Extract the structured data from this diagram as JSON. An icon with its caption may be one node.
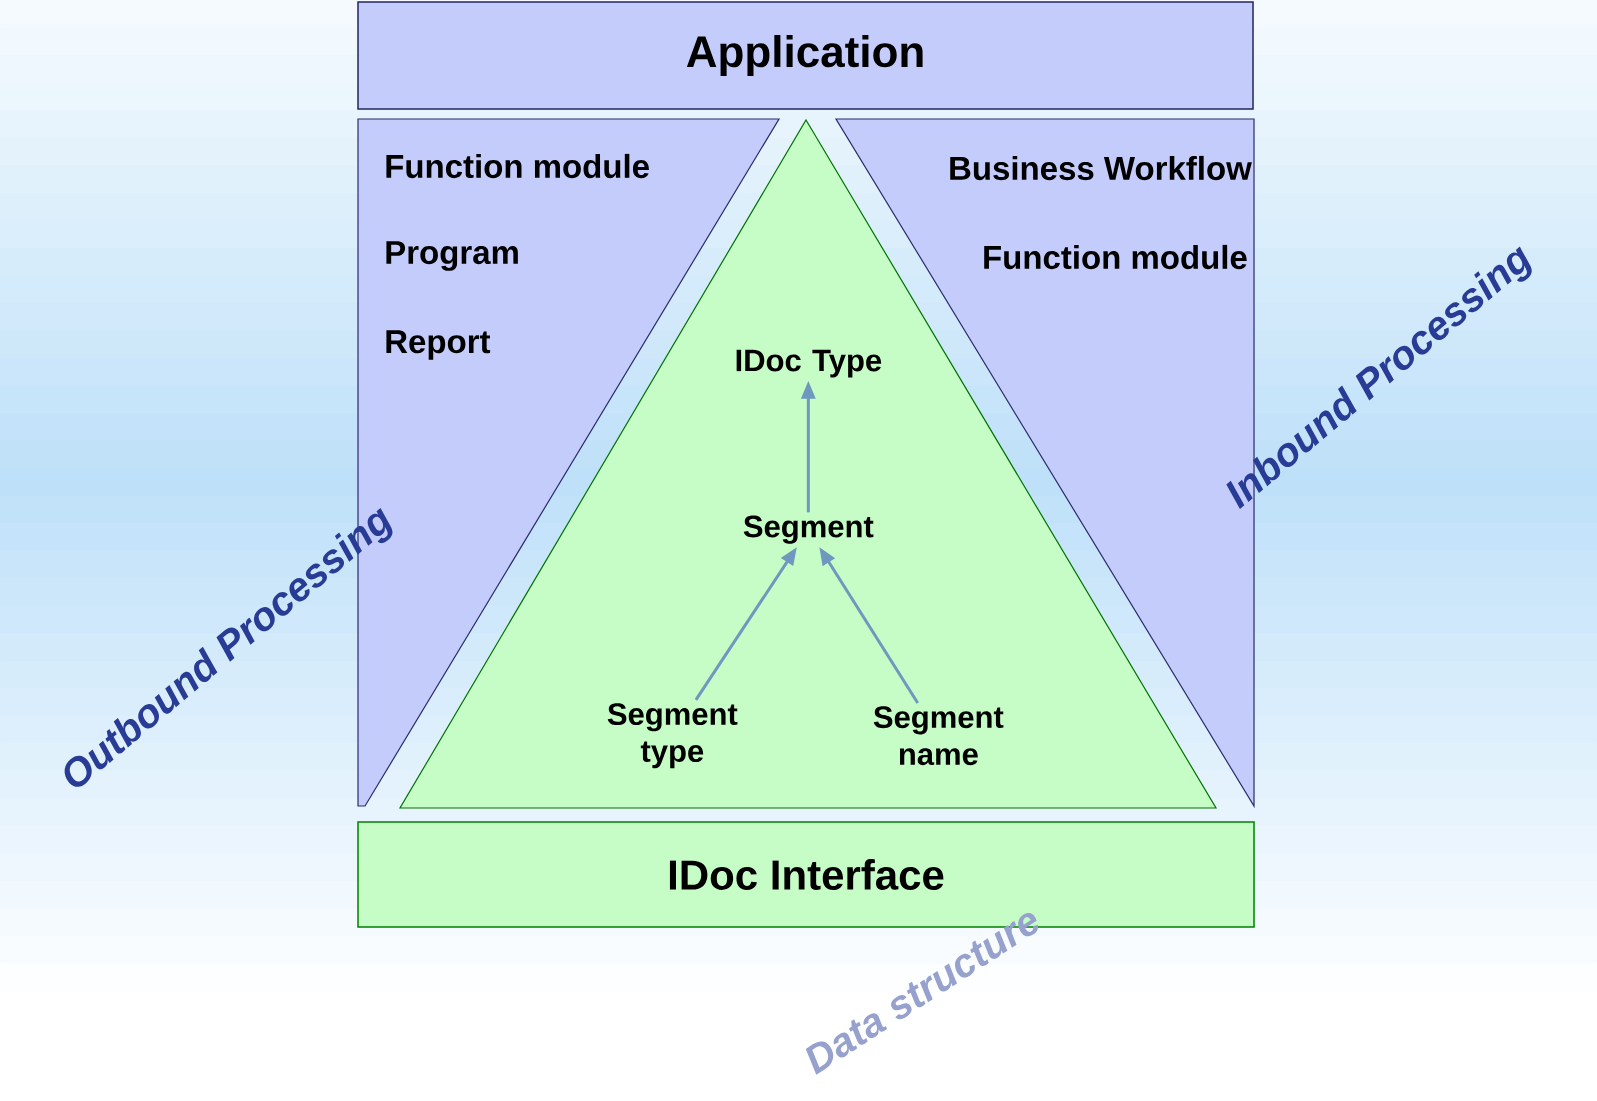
{
  "diagram": {
    "nodes": [
      {
        "text": [
          "Application"
        ]
      },
      {
        "text": [
          "Function module",
          "Program",
          "Report"
        ]
      },
      {
        "text": [
          "Business Workflow",
          "Function module"
        ]
      },
      {
        "text": [],
        "shape": "triangle"
      },
      {
        "text": [
          "IDoc Type"
        ],
        "in": 3
      },
      {
        "text": [
          "Segment"
        ],
        "in": 3
      },
      {
        "text": [
          "Segment type"
        ],
        "in": 3
      },
      {
        "text": [
          "Segment name"
        ],
        "in": 3
      },
      {
        "text": [
          "IDoc Interface"
        ]
      }
    ],
    "edges": [
      {
        "from": 5,
        "to": 4,
        "arrow": "to"
      },
      {
        "from": 6,
        "to": 5,
        "arrow": "to"
      },
      {
        "from": 7,
        "to": 5,
        "arrow": "to"
      }
    ],
    "labels": [
      "Outbound Processing",
      "Inbound Processing",
      "Data structure"
    ]
  }
}
